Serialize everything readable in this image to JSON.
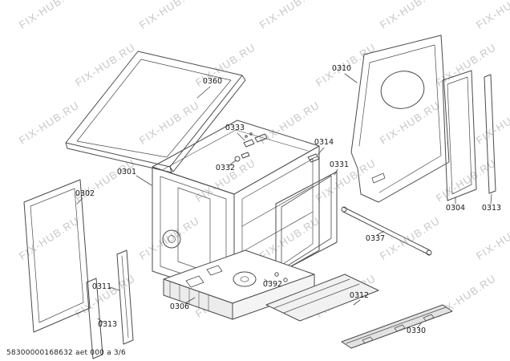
{
  "watermark": {
    "text": "FIX-HUB.RU"
  },
  "footer": {
    "text": "58300000168632 aet 000 a 3/6"
  },
  "diagram": {
    "part_labels": [
      "0360",
      "0310",
      "0333",
      "0332",
      "0314",
      "0331",
      "0301",
      "0302",
      "0304",
      "0313",
      "0337",
      "0311",
      "0306",
      "0392",
      "0312",
      "0330",
      "0313"
    ]
  }
}
